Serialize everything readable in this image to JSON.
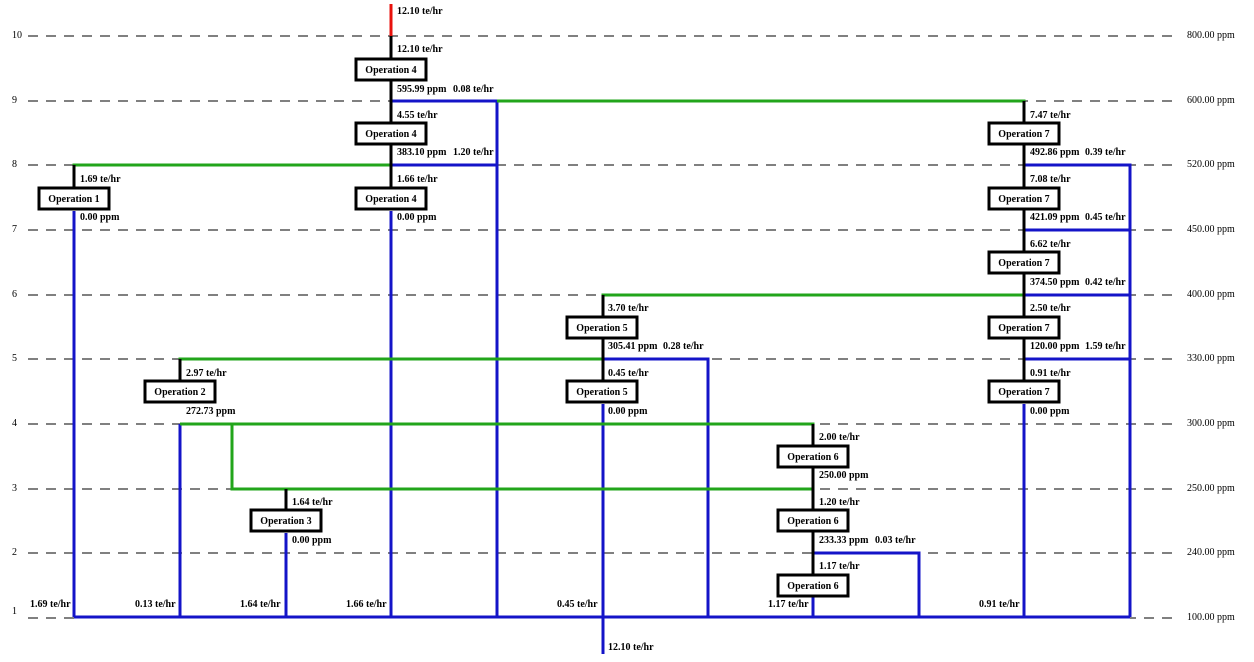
{
  "levels": [
    {
      "num": "10",
      "ppm": "800.00 ppm"
    },
    {
      "num": "9",
      "ppm": "600.00 ppm"
    },
    {
      "num": "8",
      "ppm": "520.00 ppm"
    },
    {
      "num": "7",
      "ppm": "450.00 ppm"
    },
    {
      "num": "6",
      "ppm": "400.00 ppm"
    },
    {
      "num": "5",
      "ppm": "330.00 ppm"
    },
    {
      "num": "4",
      "ppm": "300.00 ppm"
    },
    {
      "num": "3",
      "ppm": "250.00 ppm"
    },
    {
      "num": "2",
      "ppm": "240.00 ppm"
    },
    {
      "num": "1",
      "ppm": "100.00 ppm"
    }
  ],
  "operations": [
    {
      "label": "Operation 4"
    },
    {
      "label": "Operation 4"
    },
    {
      "label": "Operation 4"
    },
    {
      "label": "Operation 1"
    },
    {
      "label": "Operation 7"
    },
    {
      "label": "Operation 7"
    },
    {
      "label": "Operation 7"
    },
    {
      "label": "Operation 7"
    },
    {
      "label": "Operation 7"
    },
    {
      "label": "Operation 5"
    },
    {
      "label": "Operation 5"
    },
    {
      "label": "Operation 2"
    },
    {
      "label": "Operation 6"
    },
    {
      "label": "Operation 6"
    },
    {
      "label": "Operation 6"
    },
    {
      "label": "Operation 3"
    }
  ],
  "flow_labels": [
    "12.10 te/hr",
    "12.10 te/hr",
    "595.99 ppm",
    "0.08 te/hr",
    "4.55 te/hr",
    "383.10 ppm",
    "1.20 te/hr",
    "1.66 te/hr",
    "0.00 ppm",
    "1.69 te/hr",
    "0.00 ppm",
    "7.47 te/hr",
    "492.86 ppm",
    "0.39 te/hr",
    "7.08 te/hr",
    "421.09 ppm",
    "0.45 te/hr",
    "6.62 te/hr",
    "374.50 ppm",
    "0.42 te/hr",
    "2.50 te/hr",
    "120.00 ppm",
    "1.59 te/hr",
    "0.91 te/hr",
    "0.00 ppm",
    "3.70 te/hr",
    "305.41 ppm",
    "0.28 te/hr",
    "0.45 te/hr",
    "0.00 ppm",
    "2.97 te/hr",
    "272.73 ppm",
    "2.00 te/hr",
    "250.00 ppm",
    "1.20 te/hr",
    "233.33 ppm",
    "0.03 te/hr",
    "1.17 te/hr",
    "1.64 te/hr",
    "0.00 ppm",
    "1.69 te/hr",
    "0.13 te/hr",
    "1.64 te/hr",
    "1.66 te/hr",
    "0.45 te/hr",
    "1.17 te/hr",
    "0.91 te/hr",
    "12.10 te/hr"
  ],
  "colors": {
    "fresh_water": "#e8120c",
    "reuse_water": "#22a51b",
    "waste_water": "#1414c8",
    "level_line": "#000000",
    "process_line": "#000000"
  }
}
